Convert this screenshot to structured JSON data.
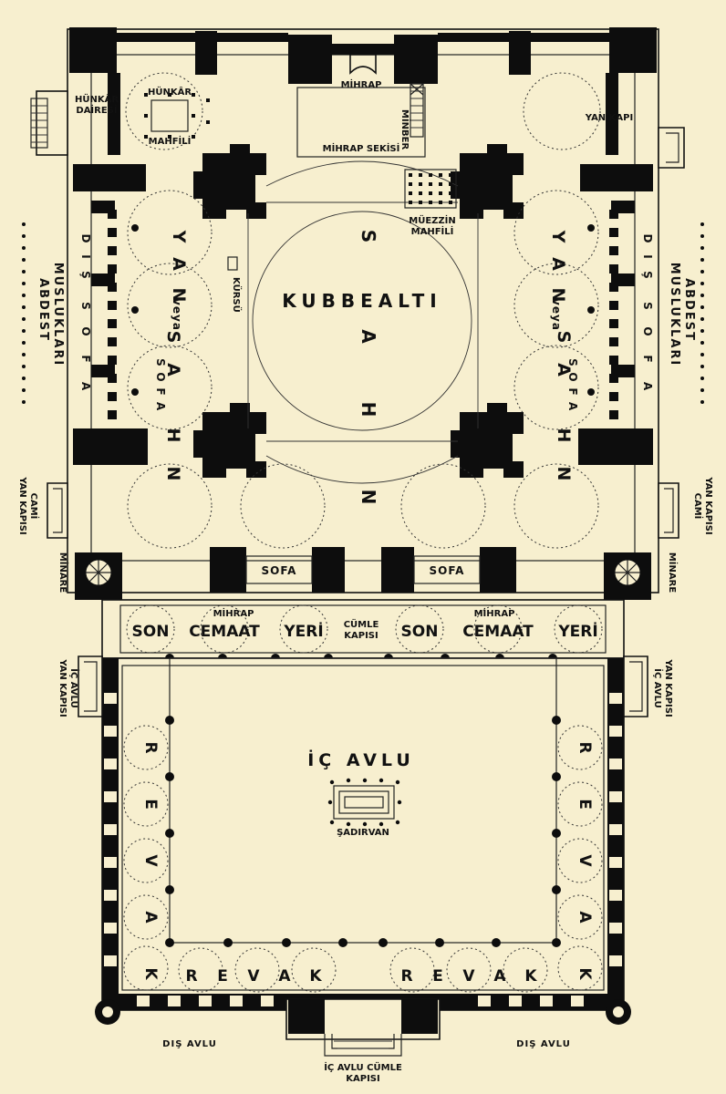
{
  "labels": {
    "mihrap": "MİHRAP",
    "minber": "MİNBER",
    "mihrap_sekisi": "MİHRAP SEKİSİ",
    "hunkar": "HÜNKÂR",
    "mahfili": "MAHFİLİ",
    "hunkar_dairesi_1": "HÜNKÂR",
    "hunkar_dairesi_2": "DAİRESİ",
    "yan_kapi": "YAN KAPI",
    "muezzin_1": "MÜEZZİN",
    "muezzin_2": "MAHFİLİ",
    "kursu": "KÜRSÜ",
    "kubbealti": "KUBBEALTI",
    "sahn_letters": [
      "S",
      "A",
      "H",
      "N"
    ],
    "yan_sahn_letters": [
      "Y",
      "A",
      "N",
      "S",
      "A",
      "H",
      "N"
    ],
    "veya": "veya",
    "sofa_letters": [
      "S",
      "O",
      "F",
      "A"
    ],
    "dis_sofa_letters": [
      "D",
      "I",
      "Ş",
      "S",
      "O",
      "F",
      "A"
    ],
    "abdest": "ABDEST",
    "musluklari": "MUSLUKLARI",
    "cami_yan_kapisi_1": "CAMİ",
    "cami_yan_kapisi_2": "YAN KAPISI",
    "minare": "MİNARE",
    "sofa": "SOFA",
    "son": "SON",
    "cemaat": "CEMAAT",
    "yeri": "YERİ",
    "cumle_kapisi_1": "CÜMLE",
    "cumle_kapisi_2": "KAPISI",
    "ic_avlu_yan_1": "İÇ AVLU",
    "ic_avlu_yan_2": "YAN KAPISI",
    "ic_avlu": "İÇ AVLU",
    "sadirvan": "ŞADIRVAN",
    "revak_letters": [
      "R",
      "E",
      "V",
      "A",
      "K"
    ],
    "dis_avlu": "DIŞ AVLU",
    "ic_avlu_cumle_1": "İÇ AVLU CÜMLE",
    "ic_avlu_cumle_2": "KAPISI"
  }
}
